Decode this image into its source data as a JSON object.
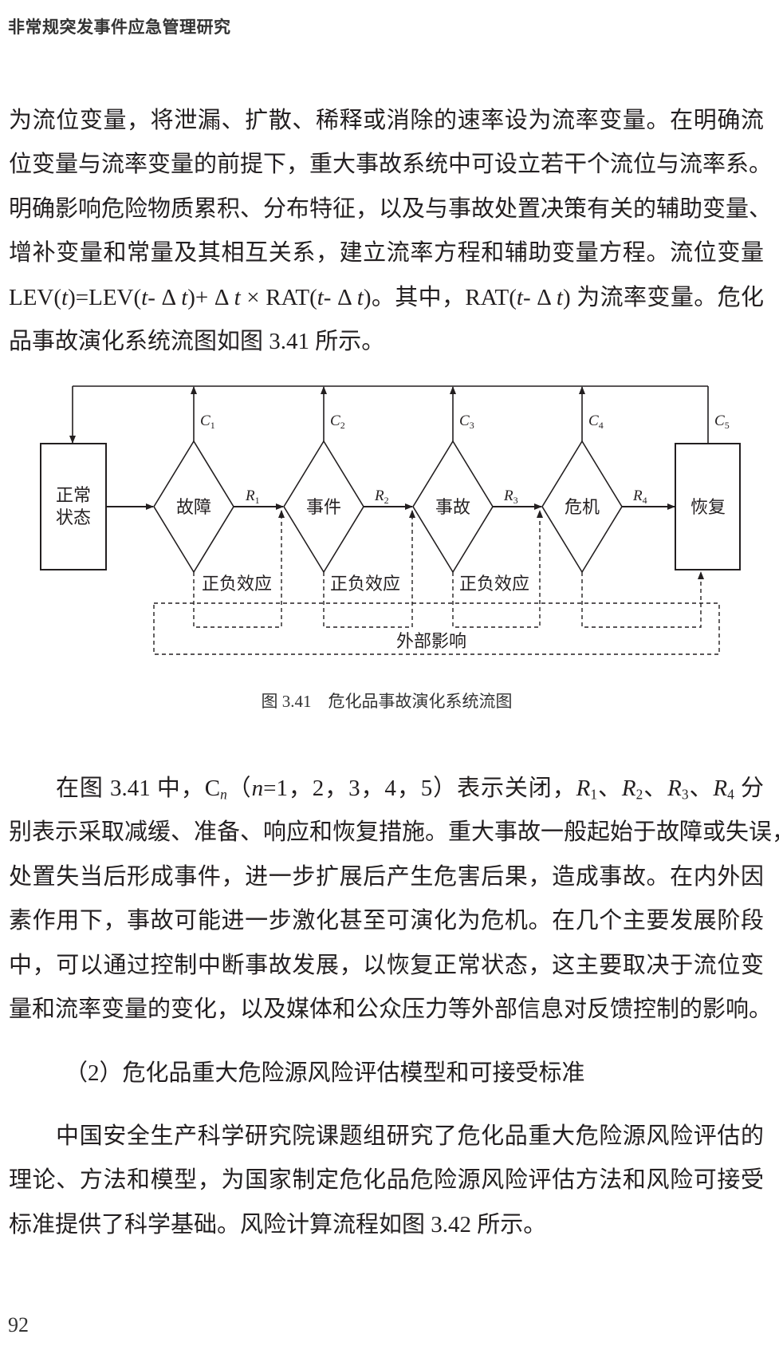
{
  "header": {
    "running_title": "非常规突发事件应急管理研究"
  },
  "paragraph1": [
    [
      {
        "t": "为流位变量，将泄漏、扩散、稀释或消除的速率设为流率变量。在明确流"
      }
    ],
    [
      {
        "t": "位变量与流率变量的前提下，重大事故系统中可设立若干个流位与流率系。"
      }
    ],
    [
      {
        "t": "明确影响危险物质累积、分布特征，以及与事故处置决策有关的辅助变量、"
      }
    ],
    [
      {
        "t": "增补变量和常量及其相互关系，建立流率方程和辅助变量方程。流位变量"
      }
    ],
    [
      {
        "t": "LEV("
      },
      {
        "t": "t",
        "i": true
      },
      {
        "t": ")=LEV("
      },
      {
        "t": "t",
        "i": true
      },
      {
        "t": "- Δ "
      },
      {
        "t": "t",
        "i": true
      },
      {
        "t": ")+ Δ "
      },
      {
        "t": "t",
        "i": true
      },
      {
        "t": " × RAT("
      },
      {
        "t": "t",
        "i": true
      },
      {
        "t": "- Δ "
      },
      {
        "t": "t",
        "i": true
      },
      {
        "t": ")。其中，RAT("
      },
      {
        "t": "t",
        "i": true
      },
      {
        "t": "- Δ "
      },
      {
        "t": "t",
        "i": true
      },
      {
        "t": ") 为流率变量。危化"
      }
    ],
    [
      {
        "t": "品事故演化系统流图如图 3.41 所示。"
      }
    ]
  ],
  "diagram": {
    "normal_state": [
      "正常",
      "状态"
    ],
    "stages": [
      "故障",
      "事件",
      "事故",
      "危机"
    ],
    "recovery": "恢复",
    "closures": [
      {
        "c": "C",
        "n": "1"
      },
      {
        "c": "C",
        "n": "2"
      },
      {
        "c": "C",
        "n": "3"
      },
      {
        "c": "C",
        "n": "4"
      },
      {
        "c": "C",
        "n": "5"
      }
    ],
    "rates": [
      {
        "c": "R",
        "n": "1"
      },
      {
        "c": "R",
        "n": "2"
      },
      {
        "c": "R",
        "n": "3"
      },
      {
        "c": "R",
        "n": "4"
      }
    ],
    "effect_label": "正负效应",
    "external_label": "外部影响"
  },
  "caption": "图 3.41　危化品事故演化系统流图",
  "paragraph2": [
    [
      {
        "t": "在图 3.41 中，C"
      },
      {
        "t": "n",
        "i": true,
        "sub": true
      },
      {
        "t": "（"
      },
      {
        "t": "n",
        "i": true
      },
      {
        "t": "=1，2，3，4，5）表示关闭，"
      },
      {
        "t": "R",
        "i": true
      },
      {
        "t": "1",
        "sub": true
      },
      {
        "t": "、"
      },
      {
        "t": "R",
        "i": true
      },
      {
        "t": "2",
        "sub": true
      },
      {
        "t": "、"
      },
      {
        "t": "R",
        "i": true
      },
      {
        "t": "3",
        "sub": true
      },
      {
        "t": "、"
      },
      {
        "t": "R",
        "i": true
      },
      {
        "t": "4",
        "sub": true
      },
      {
        "t": " 分"
      }
    ],
    [
      {
        "t": "别表示采取减缓、准备、响应和恢复措施。重大事故一般起始于故障或失误，"
      }
    ],
    [
      {
        "t": "处置失当后形成事件，进一步扩展后产生危害后果，造成事故。在内外因"
      }
    ],
    [
      {
        "t": "素作用下，事故可能进一步激化甚至可演化为危机。在几个主要发展阶段"
      }
    ],
    [
      {
        "t": "中，可以通过控制中断事故发展，以恢复正常状态，这主要取决于流位变"
      }
    ],
    [
      {
        "t": "量和流率变量的变化，以及媒体和公众压力等外部信息对反馈控制的影响。"
      }
    ]
  ],
  "heading2": "（2）危化品重大危险源风险评估模型和可接受标准",
  "paragraph3": [
    [
      {
        "t": "中国安全生产科学研究院课题组研究了危化品重大危险源风险评估的"
      }
    ],
    [
      {
        "t": "理论、方法和模型，为国家制定危化品危险源风险评估方法和风险可接受"
      }
    ],
    [
      {
        "t": "标准提供了科学基础。风险计算流程如图 3.42 所示。"
      }
    ]
  ],
  "page_number": "92"
}
